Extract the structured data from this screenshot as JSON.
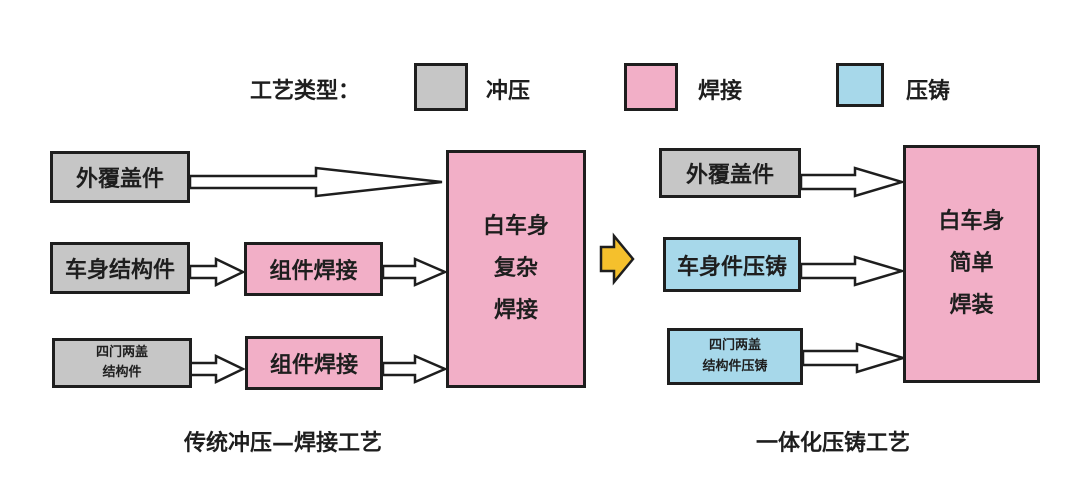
{
  "legend": {
    "title": "工艺类型：",
    "items": [
      {
        "label": "冲压",
        "color": "#c6c6c6"
      },
      {
        "label": "焊接",
        "color": "#f2afc7"
      },
      {
        "label": "压铸",
        "color": "#a7d8ea"
      }
    ]
  },
  "traditional": {
    "inputs": [
      "外覆盖件",
      "车身结构件",
      "四门两盖",
      "结构件"
    ],
    "weld_steps": [
      "组件焊接",
      "组件焊接"
    ],
    "result": [
      "白车身",
      "复杂",
      "焊接"
    ],
    "caption": "传统冲压—焊接工艺"
  },
  "integrated": {
    "inputs": [
      "外覆盖件",
      "车身件压铸",
      "四门两盖",
      "结构件压铸"
    ],
    "result": [
      "白车身",
      "简单",
      "焊装"
    ],
    "caption": "一体化压铸工艺"
  },
  "colors": {
    "stamping": "#c6c6c6",
    "welding": "#f2afc7",
    "casting": "#a7d8ea",
    "transition_arrow": "#f5c02c",
    "outline": "#1e1e1e"
  }
}
